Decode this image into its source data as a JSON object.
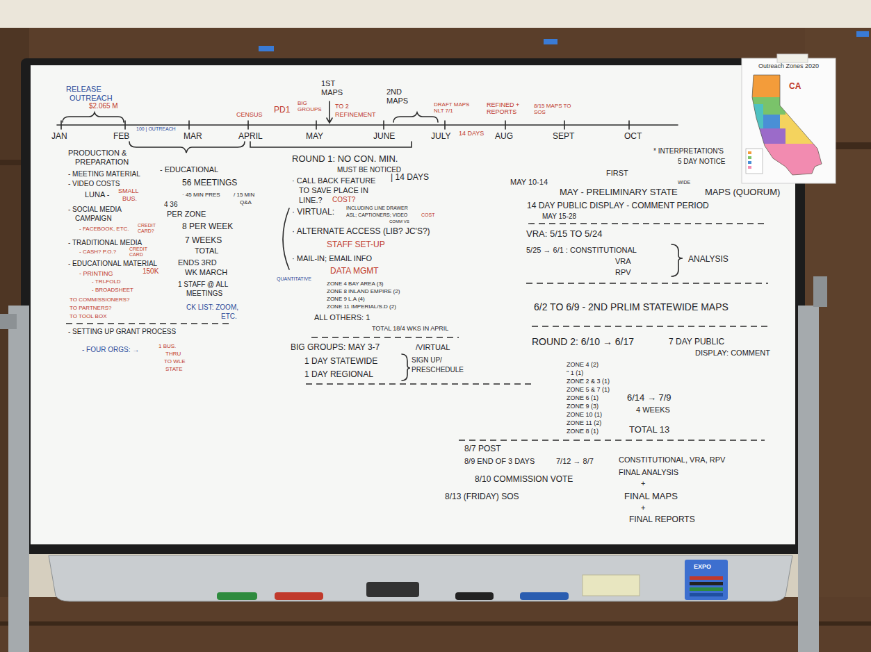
{
  "diagram": {
    "nodes": [
      {
        "text": [
          "Outreach Zones 2020",
          "CA"
        ]
      }
    ],
    "labels": [
      "RELEASE",
      "OUTREACH",
      "$2.065 M",
      "JAN",
      "FEB",
      "100 | OUTREACH",
      "MAR",
      "CENSUS",
      "APRIL",
      "PD1",
      "1ST MAPS",
      "BIG GROUPS",
      "MAY",
      "TO 2",
      "REFINEMENT",
      "2ND MAPS",
      "JUNE",
      "DRAFT MAPS NLT 7/1",
      "JULY",
      "14 DAYS",
      "REFINED + REPORTS",
      "AUG",
      "8/15 MAPS TO SOS",
      "SEPT",
      "OCT",
      "PRODUCTION &",
      "PREPARATION",
      "- MEETING MATERIAL",
      "- VIDEO COSTS",
      "LUNA -",
      "SMALL",
      "BUS.",
      "- SOCIAL MEDIA",
      "CAMPAIGN",
      "- FACEBOOK, ETC.",
      "CREDIT CARD?",
      "- TRADITIONAL MEDIA",
      "- CASH? P.O.?",
      "CREDIT CARD",
      "- EDUCATIONAL MATERIAL",
      "- PRINTING",
      "150K",
      "- TRI-FOLD",
      "- BROADSHEET",
      "TO COMMISSIONERS?",
      "TO PARTNERS?",
      "TO TOOL BOX",
      "- SETTING UP GRANT PROCESS",
      "- FOUR ORGS: →",
      "1 BUS.",
      "THRU",
      "TO WLE",
      "STATE",
      "- EDUCATIONAL",
      "56 MEETINGS",
      "· 45 MIN PRES",
      "/ 15 MIN",
      "4 36",
      "Q&A",
      "PER ZONE",
      "8 PER WEEK",
      "7 WEEKS",
      "TOTAL",
      "ENDS 3RD",
      "WK MARCH",
      "1 STAFF @ ALL",
      "MEETINGS",
      "CK LIST: ZOOM,",
      "ETC.",
      "ROUND 1: NO CON. MIN.",
      "MUST BE NOTICED",
      "· CALL BACK FEATURE",
      "| 14 DAYS",
      "TO SAVE PLACE IN",
      "LINE.?",
      "COST?",
      "· VIRTUAL:",
      "INCLUDING LINE DRAWER",
      "ASL; CAPTIONERS; VIDEO",
      "COST",
      "COMM VS",
      "· ALTERNATE ACCESS (LIB? JC'S?)",
      "STAFF SET-UP",
      "· MAIL-IN; EMAIL INFO",
      "DATA MGMT",
      "QUANTITATIVE",
      "ZONE 4 BAY AREA (3)",
      "ZONE 8 INLAND EMPIRE (2)",
      "ZONE 9 L.A (4)",
      "ZONE 11 IMPERIAL/S.D (2)",
      "ALL OTHERS: 1",
      "TOTAL 18/4 WKS IN APRIL",
      "BIG GROUPS: MAY 3-7",
      "/VIRTUAL",
      "1 DAY STATEWIDE",
      "SIGN UP/",
      "1 DAY REGIONAL",
      "PRESCHEDULE",
      "* INTERPRETATION'S",
      "5 DAY NOTICE",
      "FIRST",
      "MAY 10-14",
      "MAY - PRELIMINARY STATE",
      "WIDE",
      "MAPS (QUORUM)",
      "14 DAY PUBLIC DISPLAY - COMMENT PERIOD",
      "MAY 15-28",
      "VRA: 5/15 TO 5/24",
      "5/25 → 6/1 : CONSTITUTIONAL",
      "VRA",
      "RPV",
      "ANALYSIS",
      "6/2 TO 6/9 - 2ND PRLIM STATEWIDE MAPS",
      "ROUND 2: 6/10 → 6/17",
      "7 DAY PUBLIC",
      "DISPLAY: COMMENT",
      "ZONE 4 (2)",
      "\" 1 (1)",
      "ZONE 2 & 3 (1)",
      "ZONE 5 & 7 (1)",
      "ZONE 6 (1)",
      "ZONE 9 (3)",
      "ZONE 10 (1)",
      "ZONE 11 (2)",
      "ZONE 8 (1)",
      "6/14 → 7/9",
      "4 WEEKS",
      "TOTAL 13",
      "8/7 POST",
      "8/9 END OF 3 DAYS",
      "7/12 → 8/7",
      "8/10 COMMISSION VOTE",
      "8/13 (FRIDAY) SOS",
      "CONSTITUTIONAL, VRA, RPV",
      "FINAL ANALYSIS",
      "+",
      "FINAL MAPS",
      "+",
      "FINAL REPORTS",
      "EXPO"
    ]
  }
}
